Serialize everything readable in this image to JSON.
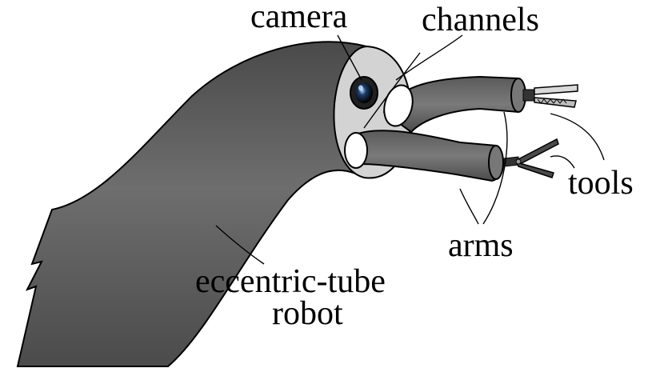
{
  "labels": {
    "camera": "camera",
    "channels": "channels",
    "tools": "tools",
    "arms": "arms",
    "robot_line1": "eccentric-tube",
    "robot_line2": "robot"
  },
  "colors": {
    "tube": "#5f5f5f",
    "tube_dark": "#3f3f3f",
    "tube_light": "#7a7a7a",
    "end_cap": "#d2d2d2",
    "arm": "#666666",
    "tool_metal": "#bdbdbd",
    "outline": "#000000"
  },
  "icons": {
    "camera": "camera-lens-icon",
    "grasper": "grasper-tool-icon",
    "scissors": "scissors-tool-icon"
  }
}
